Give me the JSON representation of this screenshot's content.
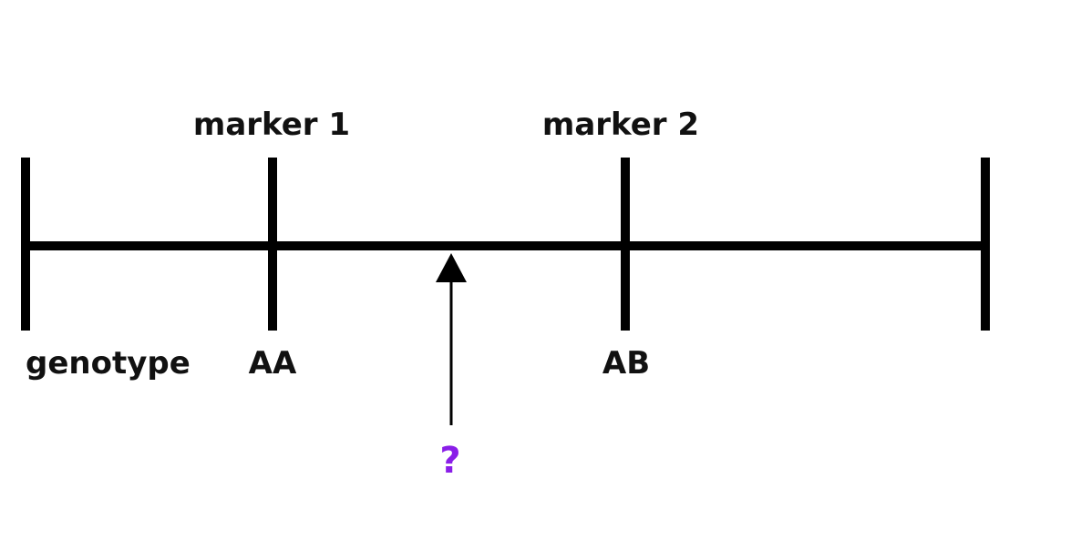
{
  "markers": [
    {
      "name": "marker 1",
      "genotype": "AA"
    },
    {
      "name": "marker 2",
      "genotype": "AB"
    }
  ],
  "row_label": "genotype",
  "unknown": {
    "label": "?",
    "color": "#8a1ee8"
  },
  "line_color": "#000000",
  "text_color": "#111111"
}
